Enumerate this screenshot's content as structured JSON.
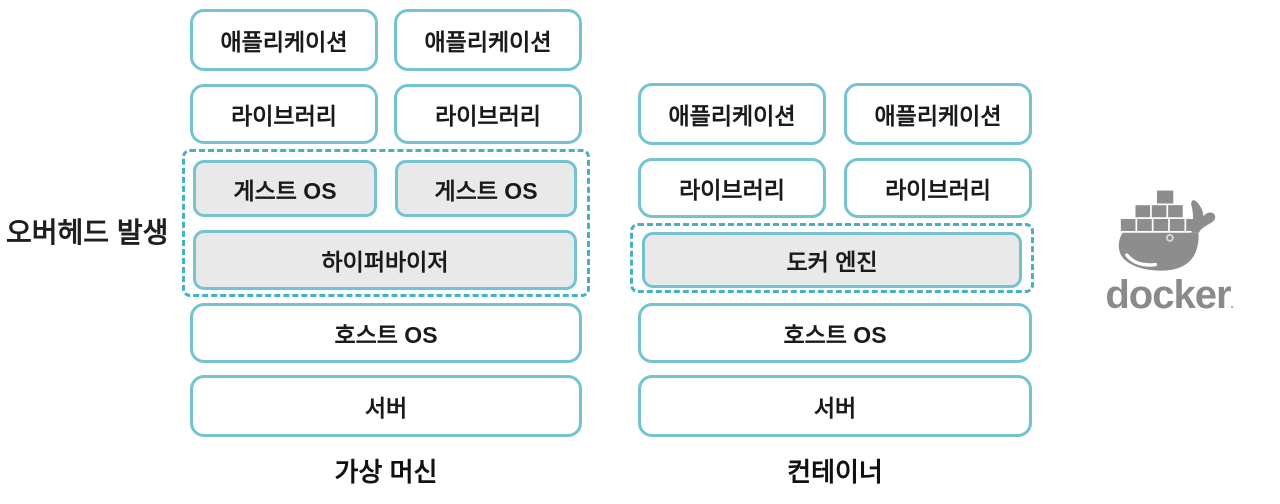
{
  "overhead_label": "오버헤드 발생",
  "vm_stack": {
    "caption": "가상 머신",
    "app_row": [
      "애플리케이션",
      "애플리케이션"
    ],
    "lib_row": [
      "라이브러리",
      "라이브러리"
    ],
    "guest_row": [
      "게스트 OS",
      "게스트 OS"
    ],
    "hypervisor": "하이퍼바이저",
    "host_os": "호스트 OS",
    "server": "서버"
  },
  "container_stack": {
    "caption": "컨테이너",
    "app_row": [
      "애플리케이션",
      "애플리케이션"
    ],
    "lib_row": [
      "라이브러리",
      "라이브러리"
    ],
    "docker_engine": "도커 엔진",
    "host_os": "호스트 OS",
    "server": "서버"
  },
  "docker_logo": {
    "wordmark": "docker",
    "trademark_dot": ".",
    "icon": "docker-whale-icon"
  },
  "colors": {
    "box_border": "#74c3d1",
    "dashed_border": "#45b1c5",
    "gray_fill": "#e9e9e9",
    "text": "#1a1a1a",
    "docker_gray": "#8a8a8a"
  }
}
